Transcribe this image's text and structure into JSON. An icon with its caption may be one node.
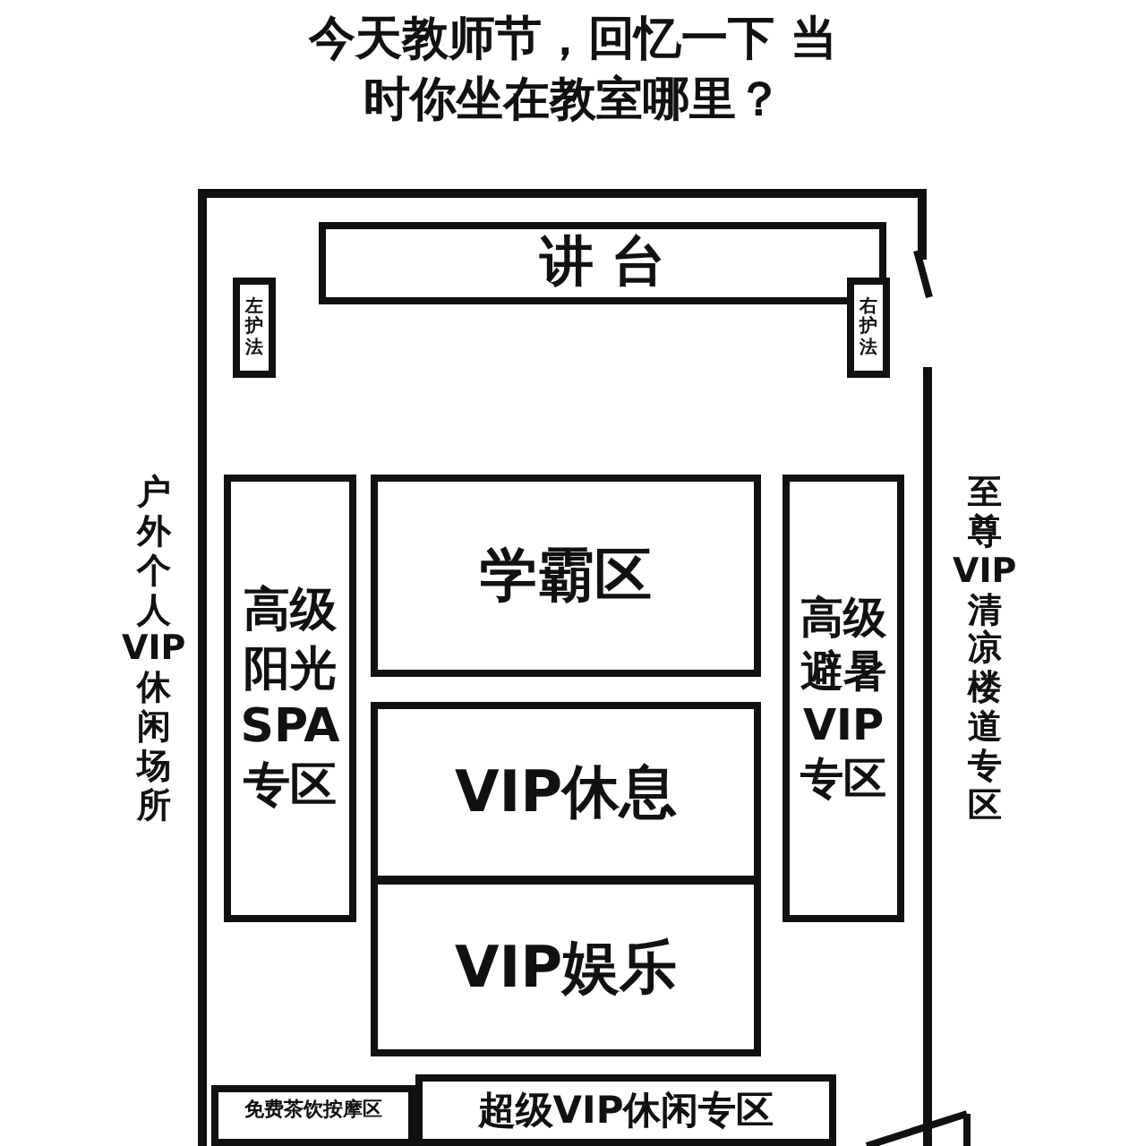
{
  "diagram": {
    "title": "今天教师节，回忆一下 当时你坐在教室哪里？",
    "nodes": [
      {
        "text": [
          "讲 台"
        ]
      },
      {
        "text": [
          "左护法"
        ]
      },
      {
        "text": [
          "右护法"
        ]
      },
      {
        "text": [
          "高级阳光SPA专区"
        ]
      },
      {
        "text": [
          "学霸区"
        ]
      },
      {
        "text": [
          "VIP休息"
        ]
      },
      {
        "text": [
          "VIP娱乐"
        ]
      },
      {
        "text": [
          "高级避暑VIP专区"
        ]
      },
      {
        "text": [
          "免费茶饮按摩区"
        ]
      },
      {
        "text": [
          "超级VIP休闲专区"
        ]
      }
    ],
    "labels": [
      "户外个人VIP休闲场所",
      "至尊VIP清凉楼道专区"
    ]
  }
}
